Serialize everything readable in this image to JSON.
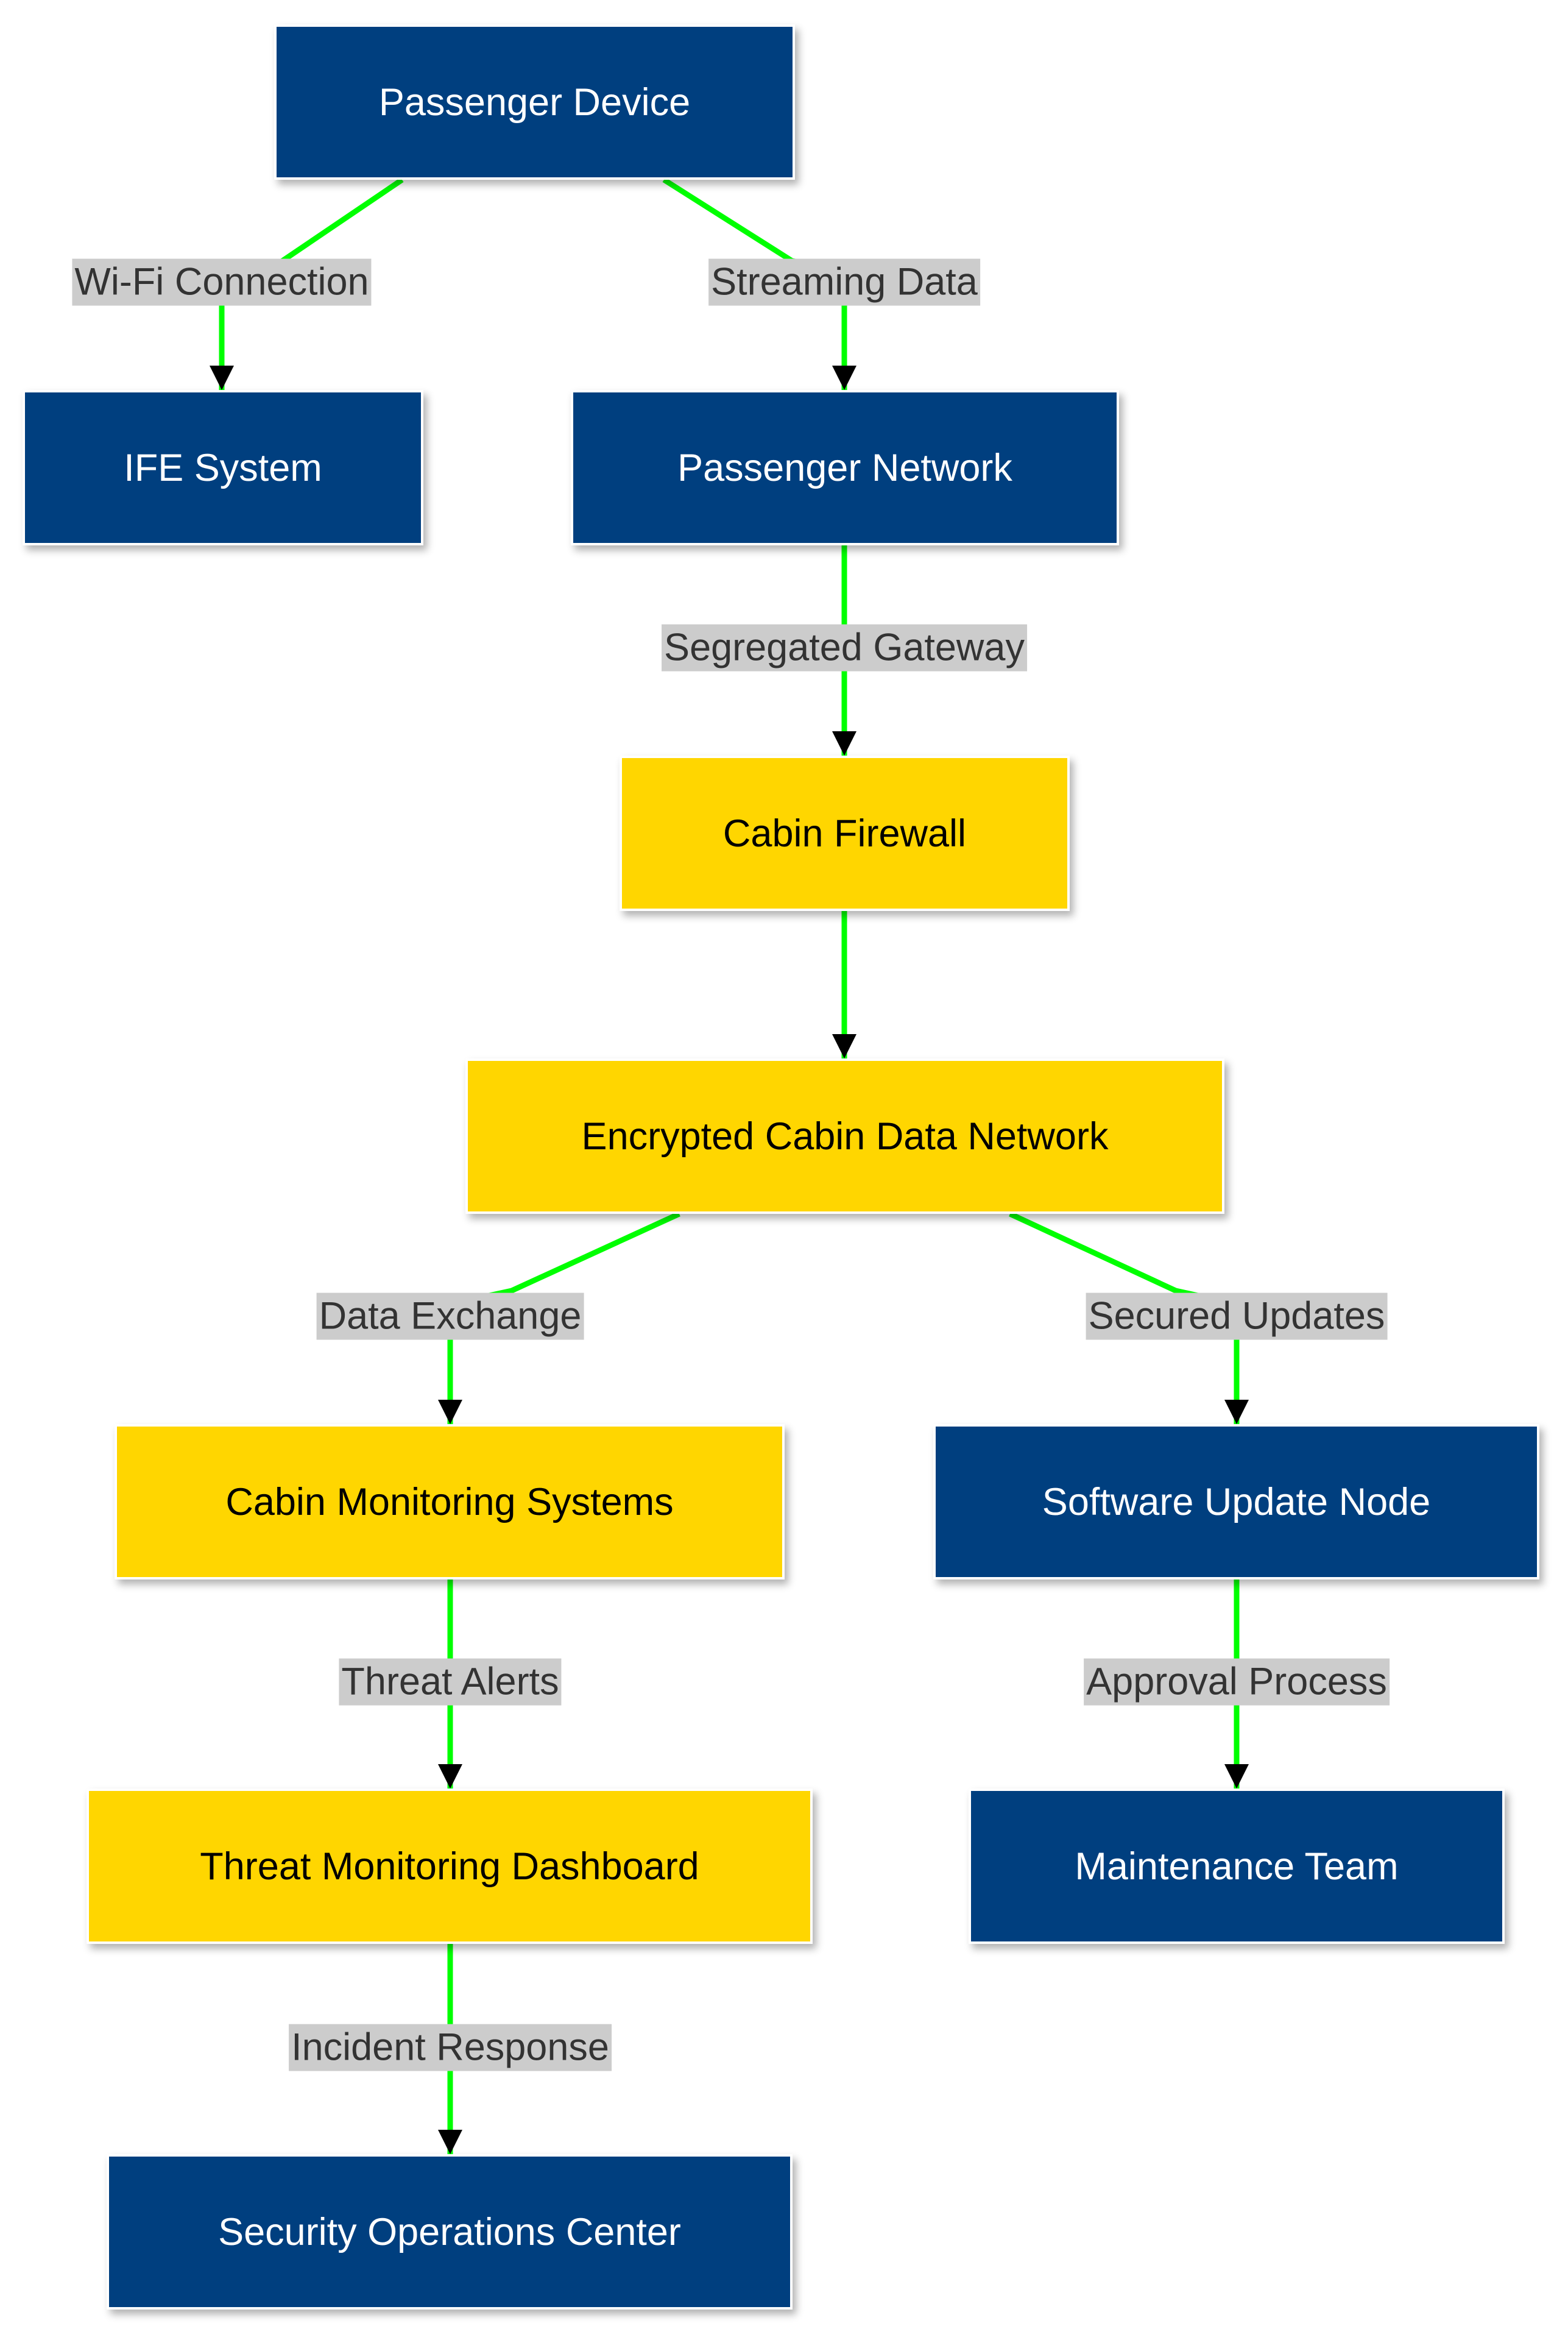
{
  "nodes": {
    "passenger_device": "Passenger Device",
    "ife_system": "IFE System",
    "passenger_network": "Passenger Network",
    "cabin_firewall": "Cabin Firewall",
    "encrypted_cabin_data_network": "Encrypted Cabin Data Network",
    "cabin_monitoring_systems": "Cabin Monitoring Systems",
    "software_update_node": "Software Update Node",
    "threat_monitoring_dashboard": "Threat Monitoring Dashboard",
    "maintenance_team": "Maintenance Team",
    "security_operations_center": "Security Operations Center"
  },
  "edges": [
    {
      "from": "passenger_device",
      "to": "ife_system",
      "label": "Wi-Fi Connection"
    },
    {
      "from": "passenger_device",
      "to": "passenger_network",
      "label": "Streaming Data"
    },
    {
      "from": "passenger_network",
      "to": "cabin_firewall",
      "label": "Segregated Gateway"
    },
    {
      "from": "cabin_firewall",
      "to": "encrypted_cabin_data_network",
      "label": ""
    },
    {
      "from": "encrypted_cabin_data_network",
      "to": "cabin_monitoring_systems",
      "label": "Data Exchange"
    },
    {
      "from": "encrypted_cabin_data_network",
      "to": "software_update_node",
      "label": "Secured Updates"
    },
    {
      "from": "cabin_monitoring_systems",
      "to": "threat_monitoring_dashboard",
      "label": "Threat Alerts"
    },
    {
      "from": "software_update_node",
      "to": "maintenance_team",
      "label": "Approval Process"
    },
    {
      "from": "threat_monitoring_dashboard",
      "to": "security_operations_center",
      "label": "Incident Response"
    }
  ],
  "colors": {
    "blue_node": "#003f7f",
    "yellow_node": "#ffd600",
    "edge_line": "#00ff00",
    "label_bg": "#cccccc"
  }
}
